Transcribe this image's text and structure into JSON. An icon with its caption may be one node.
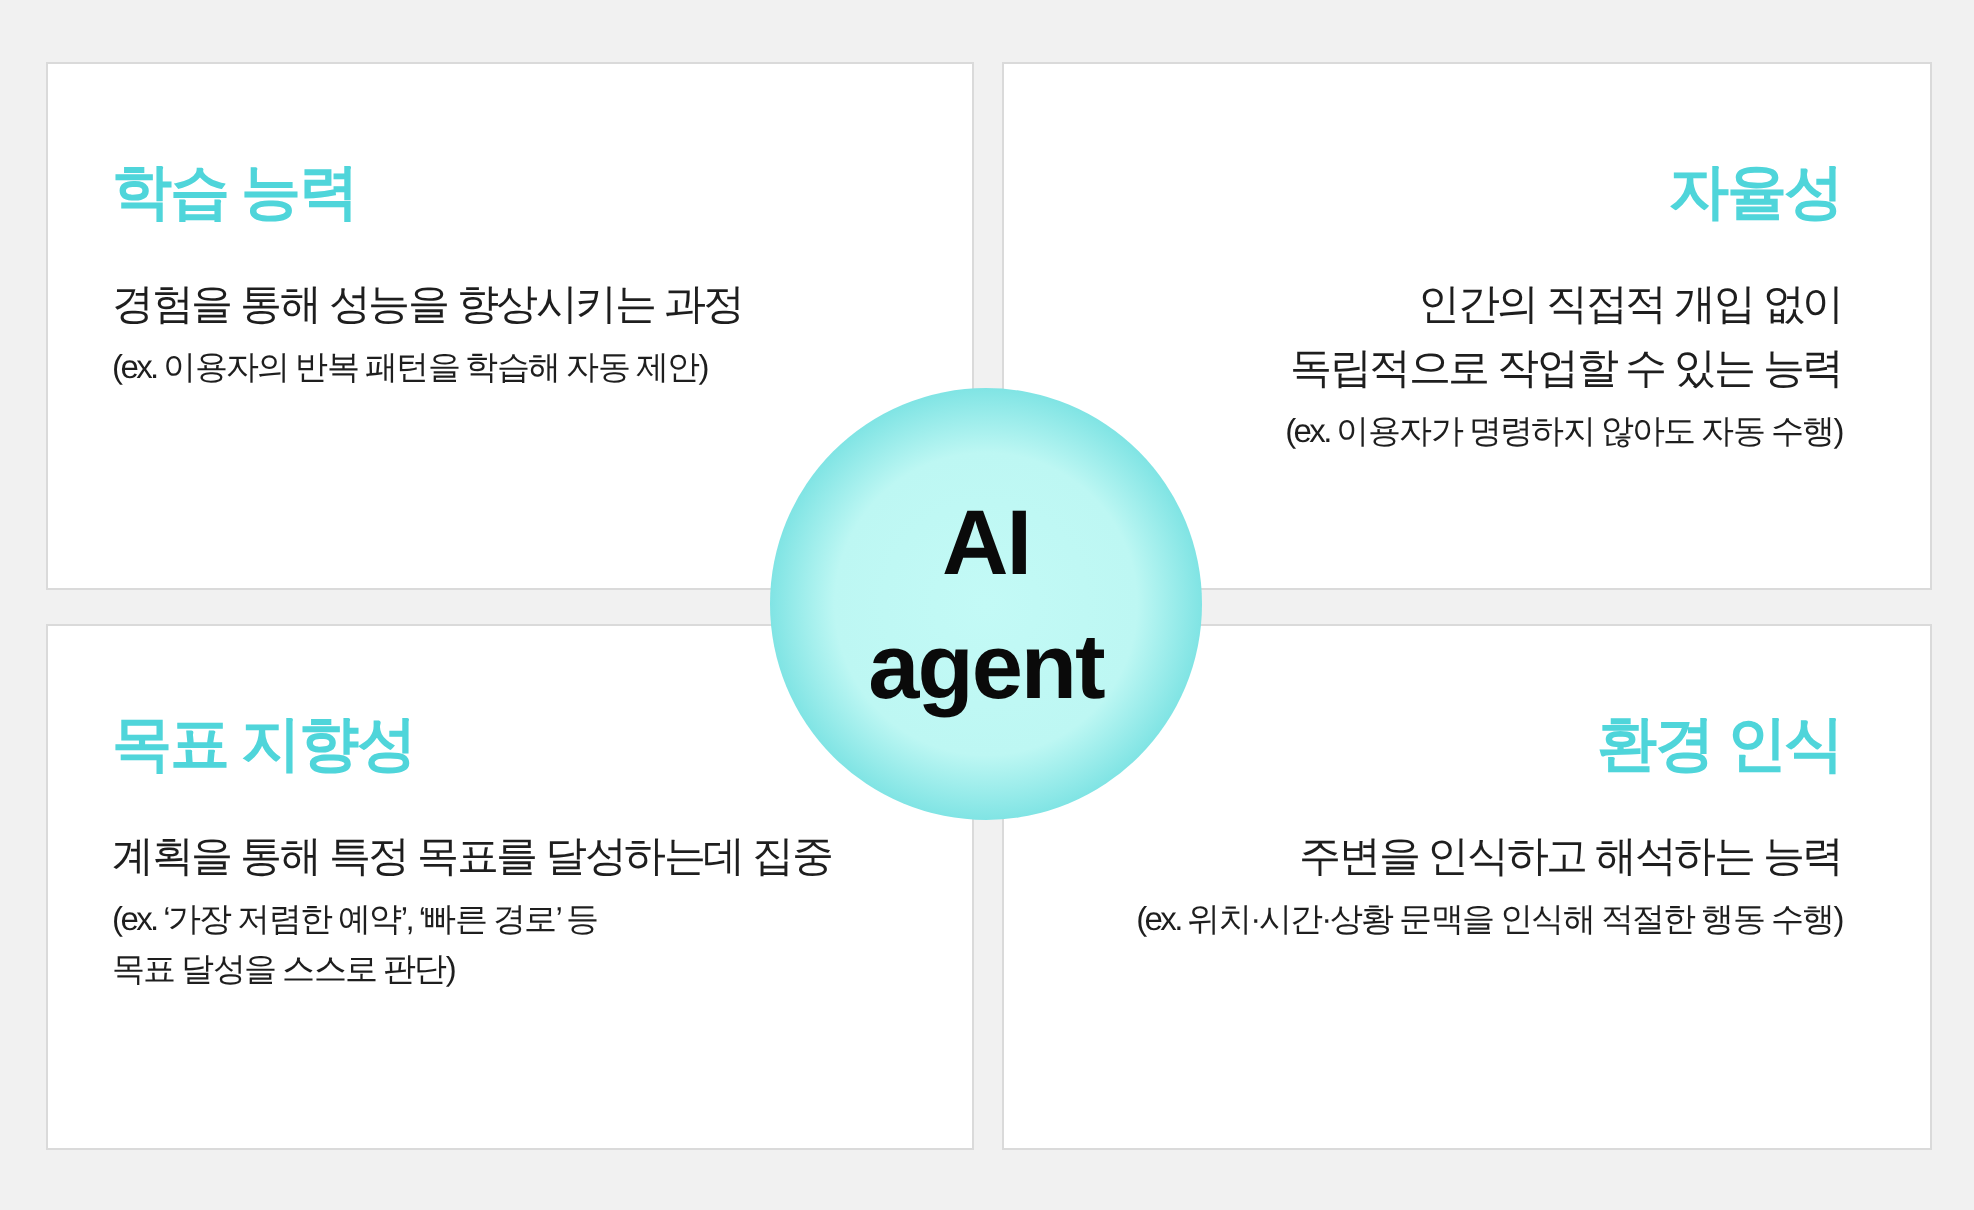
{
  "diagram": {
    "nodes": [
      {
        "text": [
          "학습 능력",
          "경험을 통해 성능을 향상시키는 과정",
          "(ex. 이용자의 반복 패턴을 학습해 자동 제안)"
        ]
      },
      {
        "text": [
          "자율성",
          "인간의 직접적 개입 없이 독립적으로 작업할 수 있는 능력",
          "(ex. 이용자가 명령하지 않아도 자동 수행)"
        ]
      },
      {
        "text": [
          "AI agent"
        ]
      },
      {
        "text": [
          "목표 지향성",
          "계획을 통해 특정 목표를 달성하는데 집중",
          "(ex. ‘가장 저렴한 예약’, ‘빠른 경로’ 등 목표 달성을 스스로 판단)"
        ]
      },
      {
        "text": [
          "환경 인식",
          "주변을 인식하고 해석하는 능력",
          "(ex. 위치·시간·상황 문맥을 인식해 적절한 행동 수행)"
        ]
      }
    ],
    "edges": []
  }
}
